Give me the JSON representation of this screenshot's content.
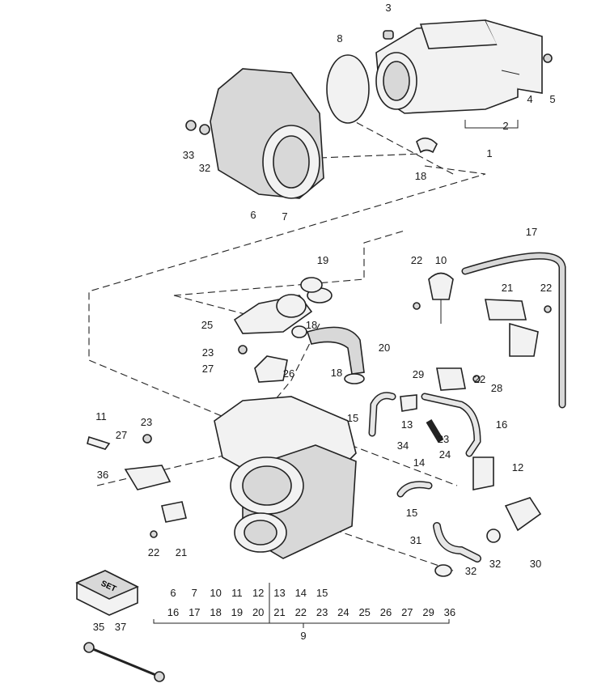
{
  "callouts": [
    "3",
    "8",
    "5",
    "4",
    "2",
    "1",
    "33",
    "32",
    "18",
    "6",
    "7",
    "17",
    "19",
    "22",
    "10",
    "21",
    "22",
    "25",
    "18",
    "20",
    "23",
    "27",
    "26",
    "18",
    "29",
    "22",
    "28",
    "11",
    "23",
    "15",
    "13",
    "16",
    "27",
    "34",
    "23",
    "24",
    "14",
    "12",
    "36",
    "15",
    "22",
    "21",
    "31",
    "32",
    "30",
    "32",
    "35",
    "37",
    "9"
  ],
  "set_box_label": "SET",
  "legend": {
    "row1": [
      "6",
      "7",
      "10",
      "11",
      "12",
      "13",
      "14",
      "15"
    ],
    "row2": [
      "16",
      "17",
      "18",
      "19",
      "20",
      "21",
      "22",
      "23",
      "24",
      "25",
      "26",
      "27",
      "29",
      "36"
    ],
    "assembly": "9"
  }
}
